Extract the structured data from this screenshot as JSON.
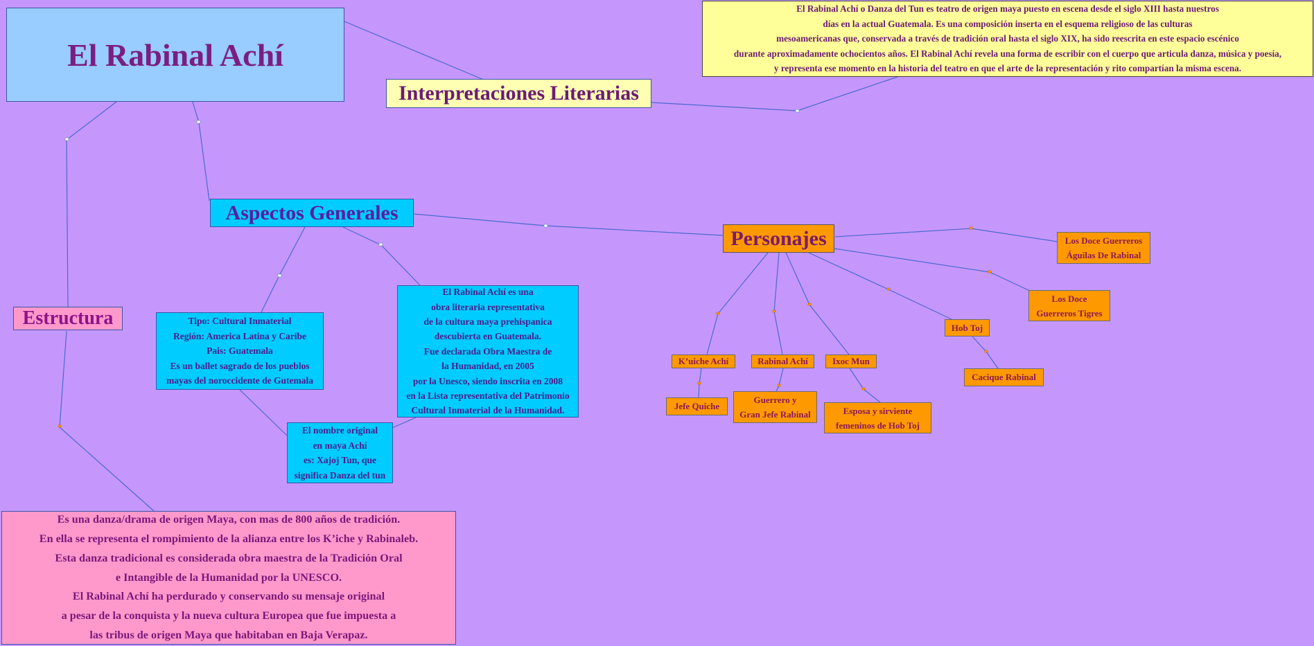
{
  "colors": {
    "background": "#c597fd",
    "line": "#4b68d0",
    "main_fill": "#99ccff",
    "general_fill": "#00ccff",
    "personajes_fill": "#ff9900",
    "estructura_fill": "#ff99cc",
    "interp_fill": "#ffffb3"
  },
  "diagram": {
    "title": "El Rabinal Achí",
    "interpretaciones": {
      "label": "Interpretaciones Literarias",
      "text": "El Rabinal Achí o Danza del Tun es teatro de origen maya puesto en escena desde el siglo XIII hasta nuestros\ndías en la actual Guatemala. Es una composición inserta en el esquema religioso de las culturas\nmesoamericanas que, conservada a través de tradición oral hasta el siglo XIX, ha sido reescrita en este espacio escénico\ndurante aproximadamente ochocientos años. El Rabinal Achí revela una forma de escribir con el cuerpo que articula danza, música y poesía,\ny representa ese momento en la historia del teatro en que el arte de la representación y rito compartían la misma escena."
    },
    "aspectos": {
      "label": "Aspectos Generales",
      "info": "Tipo: Cultural Inmaterial\nRegión: America Latina y Caribe\nPais: Guatemala\nEs un ballet sagrado de los pueblos\nmayas del noroccidente de Gutemala",
      "obra": "El Rabinal Achí es una\nobra literaria representativa\nde la cultura maya prehispanica\ndescubierta en Guatemala.\nFue declarada Obra Maestra de\nla Humanidad, en 2005\npor la Unesco, siendo inscrita en 2008\nen la Lista representativa del Patrimonio\nCultural Inmaterial de la Humanidad.",
      "nombre": "El nombre original\nen maya Achí\nes: Xajoj Tun, que\nsignifica Danza del tun"
    },
    "estructura": {
      "label": "Estructura",
      "text": "Es una danza/drama de origen Maya, con mas de 800 años de tradición.\nEn ella se representa el rompimiento de la alianza entre los K’iche y Rabinaleb.\nEsta danza tradicional es considerada obra maestra de la Tradición Oral\ne Intangible de la Humanidad por la UNESCO.\nEl Rabinal Achí ha perdurado y conservando su mensaje original\na pesar de la conquista y la nueva cultura Europea que fue impuesta a\nlas tribus de origen Maya que habitaban en Baja Verapaz."
    },
    "personajes": {
      "label": "Personajes",
      "kuiche": "K’uiche Achí",
      "jefe_quiche": "Jefe Quiche",
      "rabinal": "Rabinal Achí",
      "guerrero": "Guerrero     y\nGran Jefe Rabinal",
      "ixoc": "Ixoc Mun",
      "esposa": "Esposa y sirviente\nfemeninos de Hob Toj",
      "hob": "Hob Toj",
      "cacique": "Cacique Rabinal",
      "tigres": "Los Doce\nGuerreros Tigres",
      "aguilas": "Los Doce Guerreros\nÁguilas De Rabinal"
    }
  }
}
